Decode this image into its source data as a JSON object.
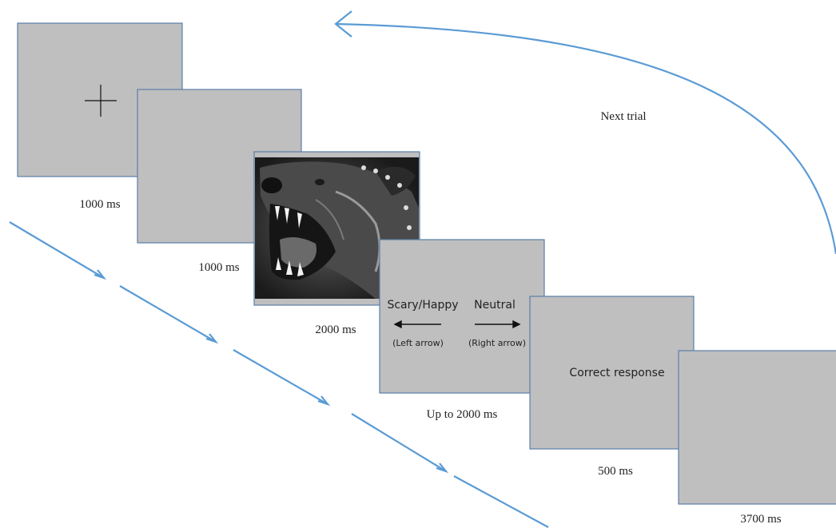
{
  "flow": {
    "next_trial_label": "Next trial",
    "arrow_color": "#5b9bd5",
    "screen_fill": "#bfbfbf",
    "screen_border": "#5a7fa8"
  },
  "screens": [
    {
      "id": "fixation",
      "duration": "1000 ms",
      "content": "fixation cross"
    },
    {
      "id": "blank",
      "duration": "1000 ms"
    },
    {
      "id": "stimulus",
      "duration": "2000 ms",
      "content": "grayscale photo of a snarling dog"
    },
    {
      "id": "response",
      "duration": "Up to 2000 ms",
      "left_option": "Scary/Happy",
      "left_key": "(Left arrow)",
      "right_option": "Neutral",
      "right_key": "(Right arrow)"
    },
    {
      "id": "feedback",
      "duration": "500 ms",
      "message": "Correct response"
    },
    {
      "id": "iti",
      "duration": "3700 ms"
    }
  ]
}
